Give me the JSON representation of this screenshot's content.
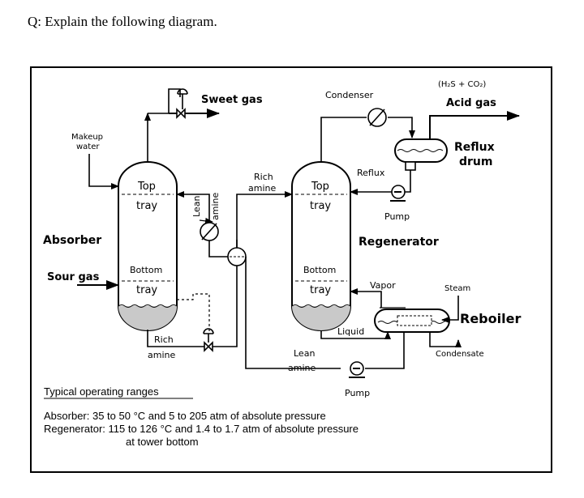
{
  "question": "Q: Explain the following diagram.",
  "labels": {
    "sweet_gas": "Sweet gas",
    "condenser": "Condenser",
    "acid_gas_formula": "(H₂S + CO₂)",
    "acid_gas": "Acid gas",
    "makeup_water_1": "Makeup",
    "makeup_water_2": "water",
    "reflux_drum_1": "Reflux",
    "reflux_drum_2": "drum",
    "rich_amine_top_1": "Rich",
    "rich_amine_top_2": "amine",
    "reflux": "Reflux",
    "top": "Top",
    "tray": "tray",
    "lean_amine_vertical_1": "Lean",
    "lean_amine_vertical_2": "amine",
    "pump": "Pump",
    "absorber": "Absorber",
    "regenerator": "Regenerator",
    "sour_gas": "Sour gas",
    "bottom": "Bottom",
    "vapor": "Vapor",
    "steam": "Steam",
    "reboiler": "Reboiler",
    "liquid": "Liquid",
    "rich_amine_bottom_1": "Rich",
    "rich_amine_bottom_2": "amine",
    "lean_amine_bottom_1": "Lean",
    "lean_amine_bottom_2": "amine",
    "condensate": "Condensate"
  },
  "operating": {
    "heading": "Typical operating ranges",
    "absorber": "Absorber: 35 to 50 °C and 5 to 205 atm of absolute pressure",
    "regenerator_1": "Regenerator: 115 to 126 °C and 1.4 to 1.7 atm of absolute pressure",
    "regenerator_2": "at tower bottom"
  }
}
